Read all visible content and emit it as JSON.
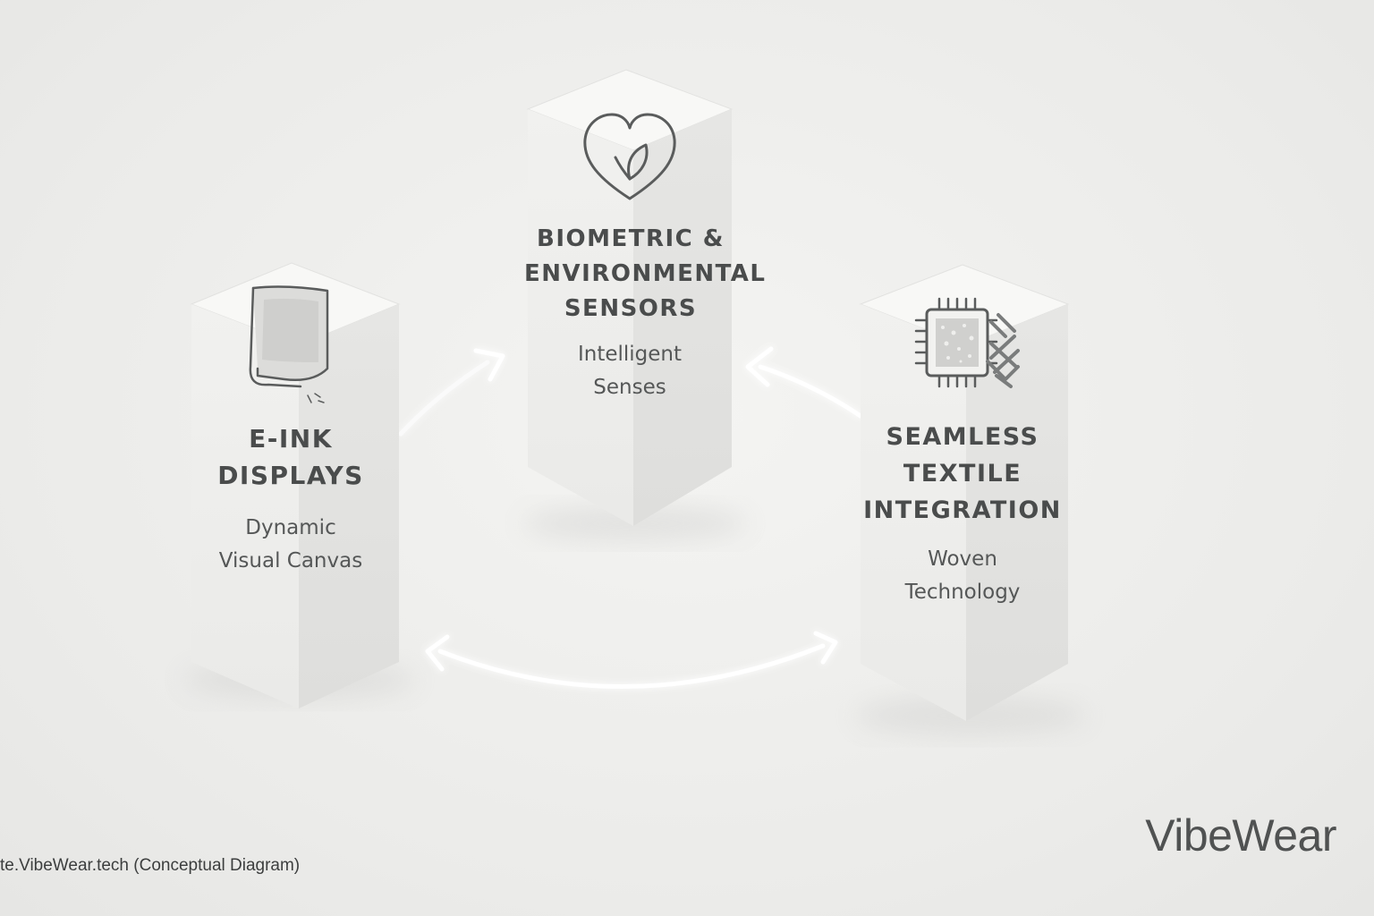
{
  "pillars": [
    {
      "icon": "flexible-display-icon",
      "title_lines": [
        "E-INK",
        "DISPLAYS"
      ],
      "subtitle_lines": [
        "Dynamic",
        "Visual Canvas"
      ]
    },
    {
      "icon": "heart-leaf-icon",
      "title_lines": [
        "BIOMETRIC &",
        "ENVIRONMENTAL",
        "SENSORS"
      ],
      "subtitle_lines": [
        "Intelligent",
        "Senses"
      ]
    },
    {
      "icon": "chip-textile-icon",
      "title_lines": [
        "SEAMLESS",
        "TEXTILE",
        "INTEGRATION"
      ],
      "subtitle_lines": [
        "Woven",
        "Technology"
      ]
    }
  ],
  "brand": "VibeWear",
  "footer": "te.VibeWear.tech (Conceptual Diagram)",
  "colors": {
    "background": "#ebebe9",
    "pillar_front": "#efefed",
    "pillar_side": "#e3e3e1",
    "pillar_top": "#f7f7f5",
    "text": "#4a4c4c",
    "arrow_glow": "#ffffff"
  }
}
